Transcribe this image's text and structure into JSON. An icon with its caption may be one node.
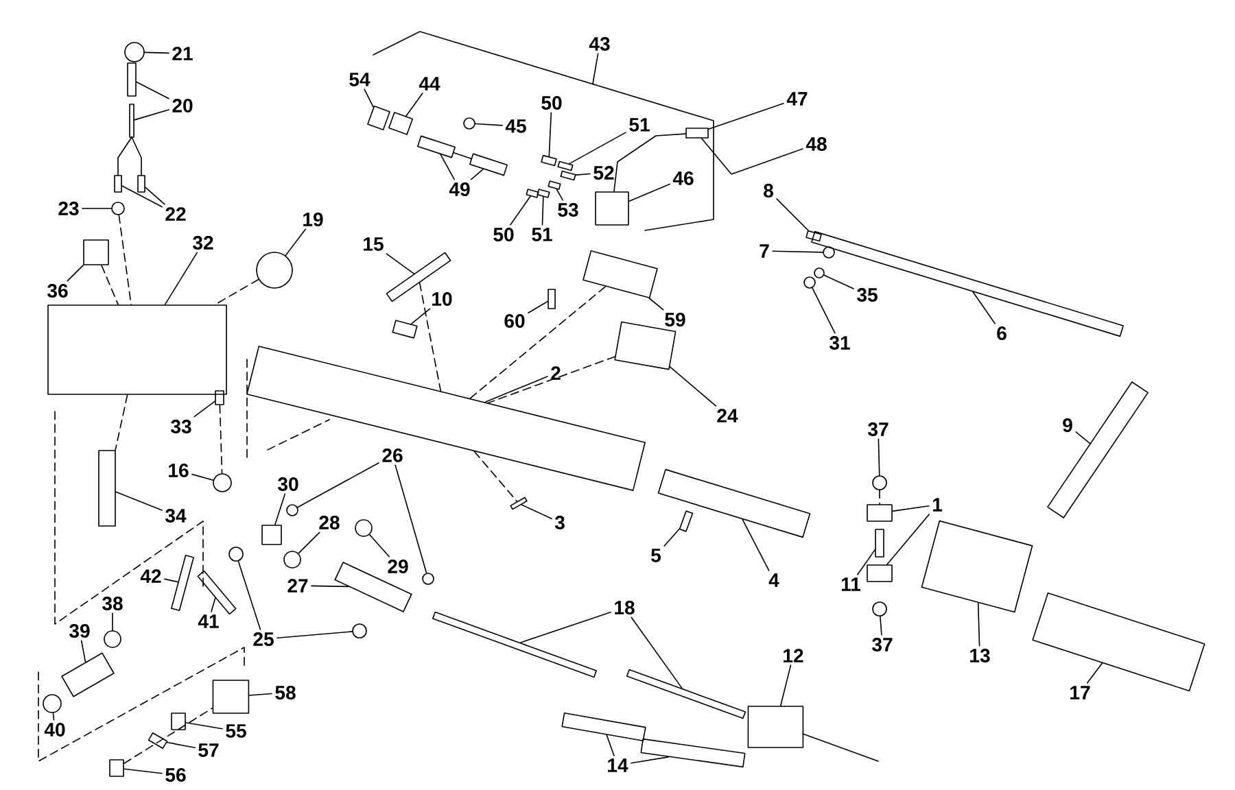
{
  "diagram": {
    "nodes": [
      {
        "text": [
          "21"
        ]
      },
      {
        "text": [
          "43"
        ]
      },
      {
        "text": [
          "54"
        ]
      },
      {
        "text": [
          "44"
        ]
      },
      {
        "text": [
          "47"
        ]
      },
      {
        "text": [
          "20"
        ]
      },
      {
        "text": [
          "50"
        ]
      },
      {
        "text": [
          "45"
        ]
      },
      {
        "text": [
          "51"
        ]
      },
      {
        "text": [
          "48"
        ]
      },
      {
        "text": [
          "52"
        ]
      },
      {
        "text": [
          "46"
        ]
      },
      {
        "text": [
          "49"
        ]
      },
      {
        "text": [
          "8"
        ]
      },
      {
        "text": [
          "23"
        ]
      },
      {
        "text": [
          "22"
        ]
      },
      {
        "text": [
          "53"
        ]
      },
      {
        "text": [
          "19"
        ]
      },
      {
        "text": [
          "50"
        ]
      },
      {
        "text": [
          "51"
        ]
      },
      {
        "text": [
          "32"
        ]
      },
      {
        "text": [
          "15"
        ]
      },
      {
        "text": [
          "7"
        ]
      },
      {
        "text": [
          "36"
        ]
      },
      {
        "text": [
          "35"
        ]
      },
      {
        "text": [
          "10"
        ]
      },
      {
        "text": [
          "59"
        ]
      },
      {
        "text": [
          "60"
        ]
      },
      {
        "text": [
          "6"
        ]
      },
      {
        "text": [
          "2"
        ]
      },
      {
        "text": [
          "31"
        ]
      },
      {
        "text": [
          "24"
        ]
      },
      {
        "text": [
          "9"
        ]
      },
      {
        "text": [
          "33"
        ]
      },
      {
        "text": [
          "37"
        ]
      },
      {
        "text": [
          "26"
        ]
      },
      {
        "text": [
          "16"
        ]
      },
      {
        "text": [
          "30"
        ]
      },
      {
        "text": [
          "1"
        ]
      },
      {
        "text": [
          "34"
        ]
      },
      {
        "text": [
          "3"
        ]
      },
      {
        "text": [
          "28"
        ]
      },
      {
        "text": [
          "5"
        ]
      },
      {
        "text": [
          "29"
        ]
      },
      {
        "text": [
          "42"
        ]
      },
      {
        "text": [
          "11"
        ]
      },
      {
        "text": [
          "4"
        ]
      },
      {
        "text": [
          "27"
        ]
      },
      {
        "text": [
          "38"
        ]
      },
      {
        "text": [
          "18"
        ]
      },
      {
        "text": [
          "41"
        ]
      },
      {
        "text": [
          "39"
        ]
      },
      {
        "text": [
          "25"
        ]
      },
      {
        "text": [
          "37"
        ]
      },
      {
        "text": [
          "13"
        ]
      },
      {
        "text": [
          "12"
        ]
      },
      {
        "text": [
          "17"
        ]
      },
      {
        "text": [
          "58"
        ]
      },
      {
        "text": [
          "40"
        ]
      },
      {
        "text": [
          "55"
        ]
      },
      {
        "text": [
          "57"
        ]
      },
      {
        "text": [
          "14"
        ]
      },
      {
        "text": [
          "56"
        ]
      },
      {
        "text": [],
        "shape": "circle"
      },
      {
        "text": [],
        "shape": "box"
      },
      {
        "text": [],
        "shape": "box"
      },
      {
        "text": [],
        "shape": "box"
      },
      {
        "text": [],
        "shape": "box"
      },
      {
        "text": [],
        "shape": "box"
      },
      {
        "text": [],
        "shape": "box"
      },
      {
        "text": [],
        "shape": "circle"
      },
      {
        "text": [],
        "shape": "box"
      },
      {
        "text": [],
        "shape": "box"
      },
      {
        "text": [],
        "shape": "box"
      },
      {
        "text": [],
        "shape": "box"
      },
      {
        "text": [],
        "shape": "box"
      },
      {
        "text": [],
        "shape": "box"
      },
      {
        "text": [],
        "shape": "circle"
      },
      {
        "text": [],
        "shape": "box"
      },
      {
        "text": [],
        "shape": "box"
      },
      {
        "text": [],
        "shape": "box"
      },
      {
        "text": [],
        "shape": "circle"
      },
      {
        "text": [],
        "shape": "box"
      },
      {
        "text": [],
        "shape": "box"
      },
      {
        "text": [],
        "shape": "box"
      },
      {
        "text": [],
        "shape": "box"
      },
      {
        "text": [],
        "shape": "circle"
      },
      {
        "text": [],
        "shape": "box"
      },
      {
        "text": [],
        "shape": "circle"
      },
      {
        "text": [],
        "shape": "box"
      },
      {
        "text": [],
        "shape": "box"
      },
      {
        "text": [],
        "shape": "box"
      },
      {
        "text": [],
        "shape": "box"
      },
      {
        "text": [],
        "shape": "box"
      },
      {
        "text": [],
        "shape": "circle"
      },
      {
        "text": [],
        "shape": "cylinder"
      },
      {
        "text": [],
        "shape": "box"
      },
      {
        "text": [],
        "shape": "box"
      },
      {
        "text": [],
        "shape": "circle"
      },
      {
        "text": [],
        "shape": "circle"
      },
      {
        "text": [],
        "shape": "circle"
      },
      {
        "text": [],
        "shape": "circle"
      },
      {
        "text": [],
        "shape": "box"
      },
      {
        "text": [],
        "shape": "box"
      },
      {
        "text": [],
        "shape": "box"
      },
      {
        "text": [],
        "shape": "box"
      },
      {
        "text": [],
        "shape": "box"
      },
      {
        "text": [],
        "shape": "circle"
      },
      {
        "text": [],
        "shape": "box"
      },
      {
        "text": [],
        "shape": "circle"
      },
      {
        "text": [],
        "shape": "box"
      },
      {
        "text": [],
        "shape": "box"
      },
      {
        "text": [],
        "shape": "box"
      },
      {
        "text": [],
        "shape": "box"
      },
      {
        "text": [],
        "shape": "circle"
      },
      {
        "text": [],
        "shape": "box"
      },
      {
        "text": [],
        "shape": "box"
      },
      {
        "text": [],
        "shape": "box"
      },
      {
        "text": [],
        "shape": "box"
      },
      {
        "text": [],
        "shape": "circle"
      },
      {
        "text": [],
        "shape": "circle"
      },
      {
        "text": [],
        "shape": "circle"
      },
      {
        "text": [],
        "shape": "box"
      },
      {
        "text": [],
        "shape": "cylinder"
      },
      {
        "text": [],
        "shape": "cylinder"
      },
      {
        "text": [],
        "shape": "cylinder"
      },
      {
        "text": [],
        "shape": "circle"
      },
      {
        "text": [],
        "shape": "box"
      },
      {
        "text": [],
        "shape": "box"
      },
      {
        "text": [],
        "shape": "box"
      },
      {
        "text": [],
        "shape": "box"
      },
      {
        "text": [],
        "shape": "box"
      }
    ],
    "edges": [
      {
        "from": 0,
        "to": 63,
        "arrow": "none"
      },
      {
        "from": 1,
        "to": null,
        "arrow": "none"
      },
      {
        "from": 2,
        "to": 64,
        "arrow": "none"
      },
      {
        "from": 3,
        "to": 65,
        "arrow": "none"
      },
      {
        "from": 4,
        "to": 66,
        "arrow": "none"
      },
      {
        "from": 5,
        "to": 67,
        "arrow": "none"
      },
      {
        "from": 5,
        "to": 68,
        "arrow": "none"
      },
      {
        "from": 6,
        "to": 69,
        "arrow": "none"
      },
      {
        "from": 7,
        "to": 70,
        "arrow": "none"
      },
      {
        "from": 8,
        "to": 71,
        "arrow": "none"
      },
      {
        "from": 9,
        "to": 66,
        "arrow": "none"
      },
      {
        "from": 10,
        "to": 72,
        "arrow": "none"
      },
      {
        "from": 11,
        "to": 73,
        "arrow": "none"
      },
      {
        "from": 12,
        "to": 74,
        "arrow": "none"
      },
      {
        "from": 12,
        "to": 75,
        "arrow": "none"
      },
      {
        "from": 13,
        "to": 76,
        "arrow": "none"
      },
      {
        "from": 14,
        "to": 77,
        "arrow": "none"
      },
      {
        "from": 15,
        "to": 78,
        "arrow": "none"
      },
      {
        "from": 15,
        "to": 79,
        "arrow": "none"
      },
      {
        "from": 16,
        "to": 80,
        "arrow": "none"
      },
      {
        "from": 17,
        "to": 81,
        "arrow": "none"
      },
      {
        "from": 18,
        "to": 82,
        "arrow": "none"
      },
      {
        "from": 19,
        "to": 83,
        "arrow": "none"
      },
      {
        "from": 20,
        "to": 84,
        "arrow": "none"
      },
      {
        "from": 21,
        "to": 85,
        "arrow": "none"
      },
      {
        "from": 22,
        "to": 86,
        "arrow": "none"
      },
      {
        "from": 23,
        "to": 87,
        "arrow": "none"
      },
      {
        "from": 24,
        "to": 88,
        "arrow": "none"
      },
      {
        "from": 25,
        "to": 89,
        "arrow": "none"
      },
      {
        "from": 26,
        "to": 90,
        "arrow": "none"
      },
      {
        "from": 27,
        "to": 91,
        "arrow": "none"
      },
      {
        "from": 28,
        "to": 92,
        "arrow": "none"
      },
      {
        "from": 29,
        "to": 93,
        "arrow": "none"
      },
      {
        "from": 30,
        "to": 94,
        "arrow": "none"
      },
      {
        "from": 31,
        "to": 95,
        "arrow": "none"
      },
      {
        "from": 32,
        "to": 96,
        "arrow": "none"
      },
      {
        "from": 33,
        "to": 97,
        "arrow": "none"
      },
      {
        "from": 34,
        "to": 98,
        "arrow": "none"
      },
      {
        "from": 35,
        "to": 99,
        "arrow": "none"
      },
      {
        "from": 35,
        "to": 100,
        "arrow": "none"
      },
      {
        "from": 36,
        "to": 101,
        "arrow": "none"
      },
      {
        "from": 37,
        "to": 102,
        "arrow": "none"
      },
      {
        "from": 38,
        "to": 103,
        "arrow": "none"
      },
      {
        "from": 38,
        "to": 104,
        "arrow": "none"
      },
      {
        "from": 39,
        "to": 105,
        "arrow": "none"
      },
      {
        "from": 40,
        "to": 106,
        "arrow": "none"
      },
      {
        "from": 41,
        "to": 107,
        "arrow": "none"
      },
      {
        "from": 42,
        "to": 108,
        "arrow": "none"
      },
      {
        "from": 43,
        "to": 109,
        "arrow": "none"
      },
      {
        "from": 44,
        "to": 110,
        "arrow": "none"
      },
      {
        "from": 45,
        "to": 111,
        "arrow": "none"
      },
      {
        "from": 46,
        "to": 112,
        "arrow": "none"
      },
      {
        "from": 47,
        "to": 113,
        "arrow": "none"
      },
      {
        "from": 48,
        "to": 114,
        "arrow": "none"
      },
      {
        "from": 49,
        "to": 115,
        "arrow": "none"
      },
      {
        "from": 49,
        "to": 116,
        "arrow": "none"
      },
      {
        "from": 50,
        "to": 117,
        "arrow": "none"
      },
      {
        "from": 51,
        "to": 118,
        "arrow": "none"
      },
      {
        "from": 52,
        "to": 119,
        "arrow": "none"
      },
      {
        "from": 52,
        "to": 120,
        "arrow": "none"
      },
      {
        "from": 53,
        "to": 121,
        "arrow": "none"
      },
      {
        "from": 54,
        "to": 122,
        "arrow": "none"
      },
      {
        "from": 55,
        "to": 123,
        "arrow": "none"
      },
      {
        "from": 56,
        "to": 124,
        "arrow": "none"
      },
      {
        "from": 57,
        "to": 125,
        "arrow": "none"
      },
      {
        "from": 58,
        "to": 126,
        "arrow": "none"
      },
      {
        "from": 59,
        "to": 127,
        "arrow": "none"
      },
      {
        "from": 60,
        "to": 128,
        "arrow": "none"
      },
      {
        "from": 61,
        "to": 129,
        "arrow": "none"
      },
      {
        "from": 61,
        "to": 130,
        "arrow": "none"
      },
      {
        "from": 62,
        "to": 131,
        "arrow": "none"
      },
      {
        "from": 87,
        "to": 84,
        "arrow": "none",
        "style": "dashed"
      },
      {
        "from": 84,
        "to": 105,
        "arrow": "none",
        "style": "dashed"
      },
      {
        "from": 77,
        "to": 84,
        "arrow": "none",
        "style": "dashed"
      },
      {
        "from": 81,
        "to": 84,
        "arrow": "none",
        "style": "dashed"
      },
      {
        "from": 97,
        "to": 101,
        "arrow": "none",
        "style": "dashed"
      },
      {
        "from": 98,
        "to": 103,
        "arrow": "none",
        "style": "dashed"
      },
      {
        "from": 93,
        "to": 106,
        "arrow": "none",
        "style": "dashed"
      },
      {
        "from": 93,
        "to": 90,
        "arrow": "none",
        "style": "dashed"
      },
      {
        "from": 85,
        "to": 93,
        "arrow": "none",
        "style": "dashed"
      },
      {
        "from": 95,
        "to": 93,
        "arrow": "none",
        "style": "dashed"
      },
      {
        "from": 131,
        "to": 125,
        "arrow": "none",
        "style": "dashed"
      },
      {
        "from": 68,
        "to": 78,
        "arrow": "none"
      },
      {
        "from": 68,
        "to": 79,
        "arrow": "none"
      },
      {
        "from": 74,
        "to": 75,
        "arrow": "none"
      },
      {
        "from": 73,
        "to": 66,
        "arrow": "none"
      }
    ]
  }
}
